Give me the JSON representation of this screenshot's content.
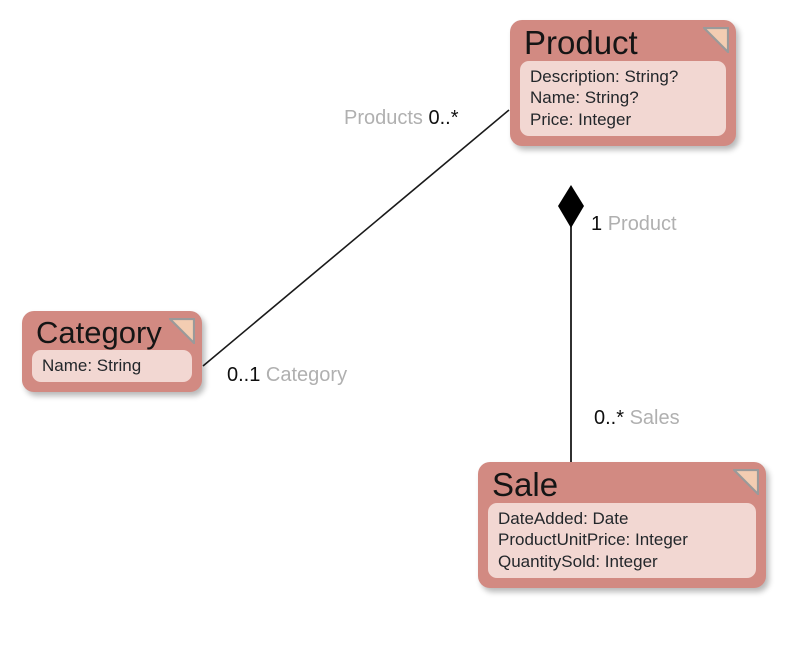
{
  "diagram": {
    "type": "uml-class-diagram",
    "background": "#ffffff",
    "palette": {
      "node_header": "#d28a82",
      "node_attrs_panel": "#f2d7d2",
      "node_text": "#151515",
      "attr_text": "#23272b",
      "fold_fill": "#f3cdb2",
      "fold_stroke": "#9a9a9a",
      "edge_line": "#1a1a1a",
      "multiplicity_text": "#0f0f0f",
      "role_text": "#b0b0b0"
    }
  },
  "classes": [
    {
      "id": "product",
      "name": "Product",
      "attributes": [
        "Description: String?",
        "Name: String?",
        "Price: Integer"
      ],
      "fold_icon": "folded-corner-icon"
    },
    {
      "id": "category",
      "name": "Category",
      "attributes": [
        "Name: String"
      ],
      "fold_icon": "folded-corner-icon"
    },
    {
      "id": "sale",
      "name": "Sale",
      "attributes": [
        "DateAdded: Date",
        "ProductUnitPrice: Integer",
        "QuantitySold: Integer"
      ],
      "fold_icon": "folded-corner-icon"
    }
  ],
  "associations": [
    {
      "id": "category-product",
      "kind": "association",
      "from": "category",
      "to": "product",
      "source_end": {
        "multiplicity": "0..1",
        "role": "Category"
      },
      "target_end": {
        "multiplicity": "0..*",
        "role": "Products"
      }
    },
    {
      "id": "product-sale",
      "kind": "composition",
      "from": "product",
      "to": "sale",
      "diamond_at": "product",
      "source_end": {
        "multiplicity": "1",
        "role": "Product"
      },
      "target_end": {
        "multiplicity": "0..*",
        "role": "Sales"
      }
    }
  ],
  "labels": {
    "products_mult": "0..*",
    "products_role": "Products",
    "category_mult": "0..1",
    "category_role": "Category",
    "product_mult": "1",
    "product_role": "Product",
    "sales_mult": "0..*",
    "sales_role": "Sales"
  }
}
